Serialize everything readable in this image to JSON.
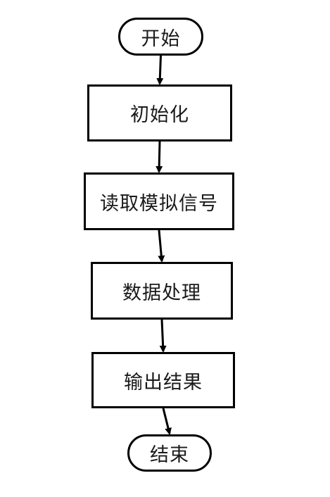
{
  "flowchart": {
    "nodes": [
      {
        "id": "start",
        "shape": "terminal",
        "label": "开始"
      },
      {
        "id": "init",
        "shape": "process",
        "label": "初始化"
      },
      {
        "id": "read",
        "shape": "process",
        "label": "读取模拟信号"
      },
      {
        "id": "process",
        "shape": "process",
        "label": "数据处理"
      },
      {
        "id": "output",
        "shape": "process",
        "label": "输出结果"
      },
      {
        "id": "end",
        "shape": "terminal",
        "label": "结束"
      }
    ],
    "edges": [
      {
        "from": "start",
        "to": "init"
      },
      {
        "from": "init",
        "to": "read"
      },
      {
        "from": "read",
        "to": "process"
      },
      {
        "from": "process",
        "to": "output"
      },
      {
        "from": "output",
        "to": "end"
      }
    ],
    "colors": {
      "stroke": "#000000",
      "fill": "#ffffff",
      "text": "#1a1a1a"
    }
  }
}
